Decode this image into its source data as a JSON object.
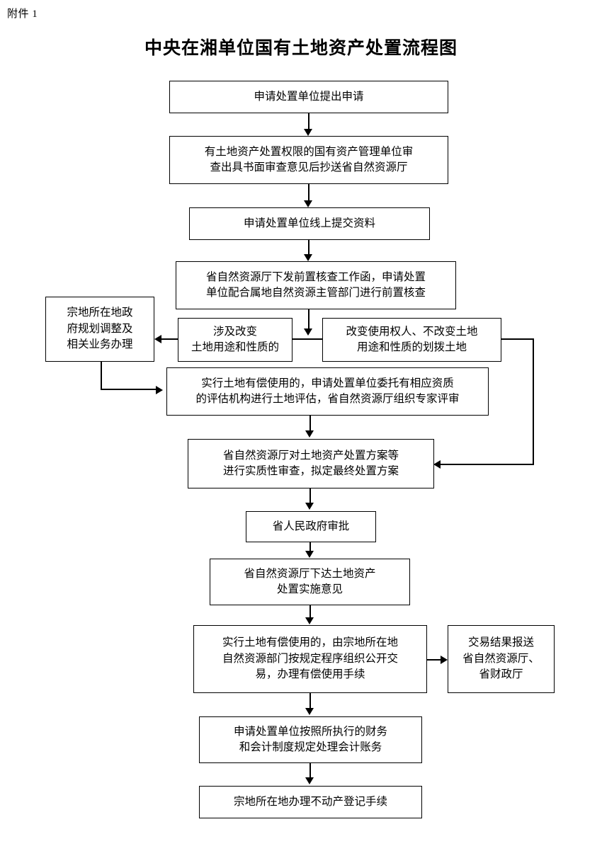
{
  "document": {
    "attachment_label": "附件 1",
    "title": "中央在湘单位国有土地资产处置流程图"
  },
  "chart_data": {
    "type": "diagram",
    "title": "中央在湘单位国有土地资产处置流程图",
    "orientation": "top-to-bottom",
    "nodes": [
      {
        "id": "n1",
        "label": "申请处置单位提出申请",
        "lines": [
          "申请处置单位提出申请"
        ]
      },
      {
        "id": "n2",
        "label": "有土地资产处置权限的国有资产管理单位审查出具书面审查意见后抄送省自然资源厅",
        "lines": [
          "有土地资产处置权限的国有资产管理单位审",
          "查出具书面审查意见后抄送省自然资源厅"
        ]
      },
      {
        "id": "n3",
        "label": "申请处置单位线上提交资料",
        "lines": [
          "申请处置单位线上提交资料"
        ]
      },
      {
        "id": "n4",
        "label": "省自然资源厅下发前置核查工作函，申请处置单位配合属地自然资源主管部门进行前置核查",
        "lines": [
          "省自然资源厅下发前置核查工作函，申请处置",
          "单位配合属地自然资源主管部门进行前置核查"
        ]
      },
      {
        "id": "n5",
        "label": "宗地所在地政府规划调整及相关业务办理",
        "lines": [
          "宗地所在地政",
          "府规划调整及",
          "相关业务办理"
        ]
      },
      {
        "id": "n6",
        "label": "涉及改变土地用途和性质的",
        "lines": [
          "涉及改变",
          "土地用途和性质的"
        ]
      },
      {
        "id": "n7",
        "label": "改变使用权人、不改变土地用途和性质的划拨土地",
        "lines": [
          "改变使用权人、不改变土地",
          "用途和性质的划拨土地"
        ]
      },
      {
        "id": "n8",
        "label": "实行土地有偿使用的，申请处置单位委托有相应资质的评估机构进行土地评估，省自然资源厅组织专家评审",
        "lines": [
          "实行土地有偿使用的，申请处置单位委托有相应资质",
          "的评估机构进行土地评估，省自然资源厅组织专家评审"
        ]
      },
      {
        "id": "n9",
        "label": "省自然资源厅对土地资产处置方案等进行实质性审查，拟定最终处置方案",
        "lines": [
          "省自然资源厅对土地资产处置方案等",
          "进行实质性审查，拟定最终处置方案"
        ]
      },
      {
        "id": "n10",
        "label": "省人民政府审批",
        "lines": [
          "省人民政府审批"
        ]
      },
      {
        "id": "n11",
        "label": "省自然资源厅下达土地资产处置实施意见",
        "lines": [
          "省自然资源厅下达土地资产",
          "处置实施意见"
        ]
      },
      {
        "id": "n12",
        "label": "实行土地有偿使用的，由宗地所在地自然资源部门按规定程序组织公开交易，办理有偿使用手续",
        "lines": [
          "实行土地有偿使用的，由宗地所在地",
          "自然资源部门按规定程序组织公开交",
          "易，办理有偿使用手续"
        ]
      },
      {
        "id": "n13",
        "label": "交易结果报送省自然资源厅、省财政厅",
        "lines": [
          "交易结果报送",
          "省自然资源厅、",
          "省财政厅"
        ]
      },
      {
        "id": "n14",
        "label": "申请处置单位按照所执行的财务和会计制度规定处理会计账务",
        "lines": [
          "申请处置单位按照所执行的财务",
          "和会计制度规定处理会计账务"
        ]
      },
      {
        "id": "n15",
        "label": "宗地所在地办理不动产登记手续",
        "lines": [
          "宗地所在地办理不动产登记手续"
        ]
      }
    ],
    "edges": [
      {
        "from": "n1",
        "to": "n2",
        "direction": "down"
      },
      {
        "from": "n2",
        "to": "n3",
        "direction": "down"
      },
      {
        "from": "n3",
        "to": "n4",
        "direction": "down"
      },
      {
        "from": "n4",
        "to": "n6",
        "direction": "down"
      },
      {
        "from": "n4",
        "to": "n7",
        "direction": "down"
      },
      {
        "from": "n6",
        "to": "n5",
        "direction": "left"
      },
      {
        "from": "n5",
        "to": "n8",
        "direction": "down-right"
      },
      {
        "from": "n7",
        "to": "n9",
        "direction": "right-down-left"
      },
      {
        "from": "n8",
        "to": "n9",
        "direction": "down"
      },
      {
        "from": "n9",
        "to": "n10",
        "direction": "down"
      },
      {
        "from": "n10",
        "to": "n11",
        "direction": "down"
      },
      {
        "from": "n11",
        "to": "n12",
        "direction": "down"
      },
      {
        "from": "n12",
        "to": "n13",
        "direction": "right"
      },
      {
        "from": "n12",
        "to": "n14",
        "direction": "down"
      },
      {
        "from": "n14",
        "to": "n15",
        "direction": "down"
      }
    ],
    "colors": {
      "stroke": "#000000",
      "fill": "#ffffff",
      "text": "#000000"
    }
  }
}
